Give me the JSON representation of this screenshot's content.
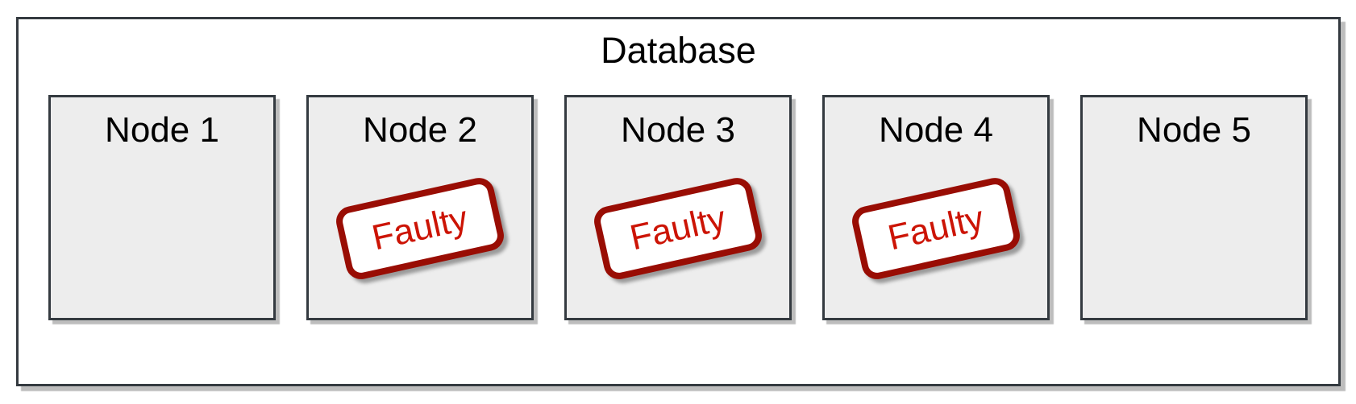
{
  "diagram": {
    "title": "Database",
    "nodes": [
      {
        "label": "Node 1",
        "status": "ok"
      },
      {
        "label": "Node 2",
        "status": "faulty",
        "stamp": "Faulty"
      },
      {
        "label": "Node 3",
        "status": "faulty",
        "stamp": "Faulty"
      },
      {
        "label": "Node 4",
        "status": "faulty",
        "stamp": "Faulty"
      },
      {
        "label": "Node 5",
        "status": "ok"
      }
    ],
    "colors": {
      "box_border": "#343a40",
      "node_fill": "#ededed",
      "container_fill": "#ffffff",
      "stamp_border": "#990d04",
      "stamp_text": "#cc1405",
      "background": "#ffffff"
    }
  }
}
